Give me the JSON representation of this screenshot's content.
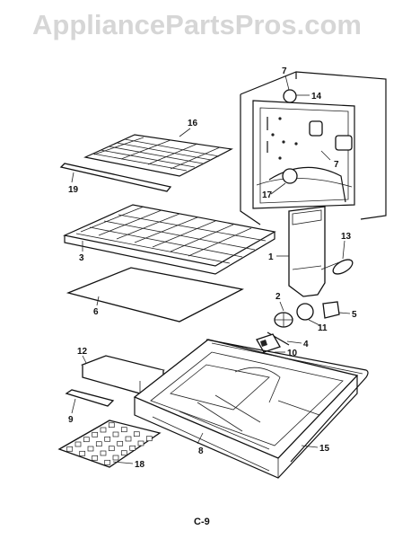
{
  "watermark": "AppliancePartsPros.com",
  "page_id": "C-9",
  "callouts": {
    "c1": "1",
    "c2": "2",
    "c3": "3",
    "c4": "4",
    "c5": "5",
    "c6": "6",
    "c7a": "7",
    "c7b": "7",
    "c8": "8",
    "c9": "9",
    "c10": "10",
    "c11": "11",
    "c12": "12",
    "c13": "13",
    "c14": "14",
    "c15": "15",
    "c16": "16",
    "c17": "17",
    "c18": "18",
    "c19": "19"
  },
  "colors": {
    "ink": "#111111",
    "watermark": "#d6d6d6",
    "paper": "#ffffff"
  }
}
